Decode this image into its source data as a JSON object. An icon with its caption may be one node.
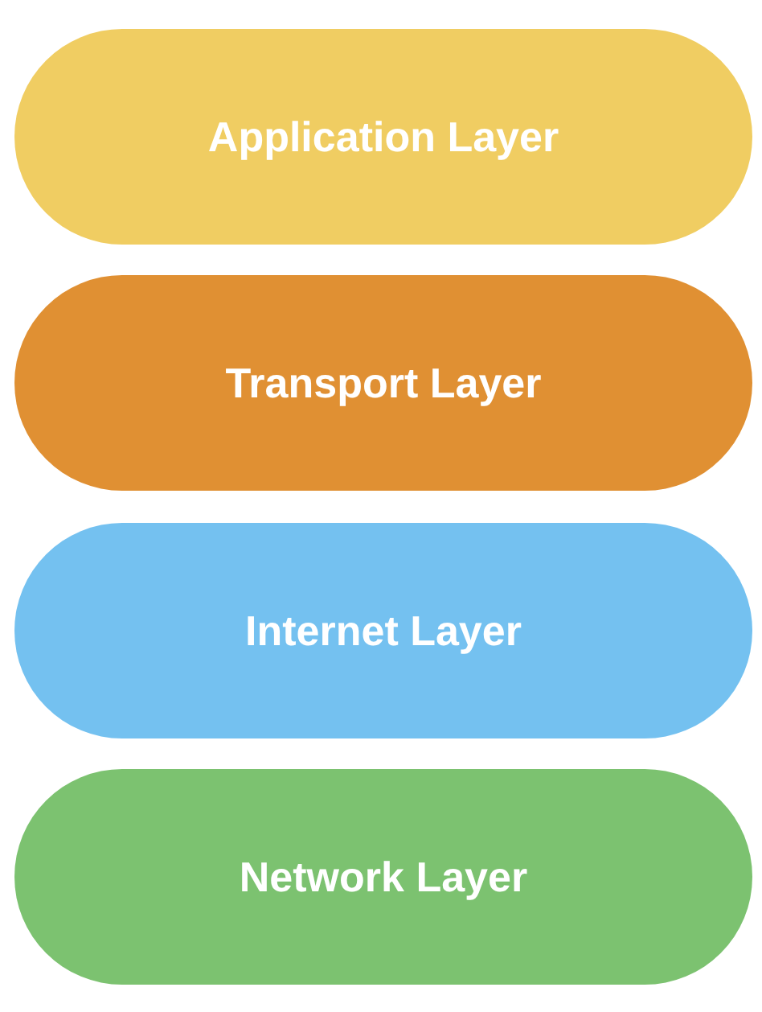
{
  "diagram": {
    "nodes": [
      {
        "text": [
          "Application Layer"
        ]
      },
      {
        "text": [
          "Transport Layer"
        ]
      },
      {
        "text": [
          "Internet Layer"
        ]
      },
      {
        "text": [
          "Network Layer"
        ]
      }
    ]
  }
}
